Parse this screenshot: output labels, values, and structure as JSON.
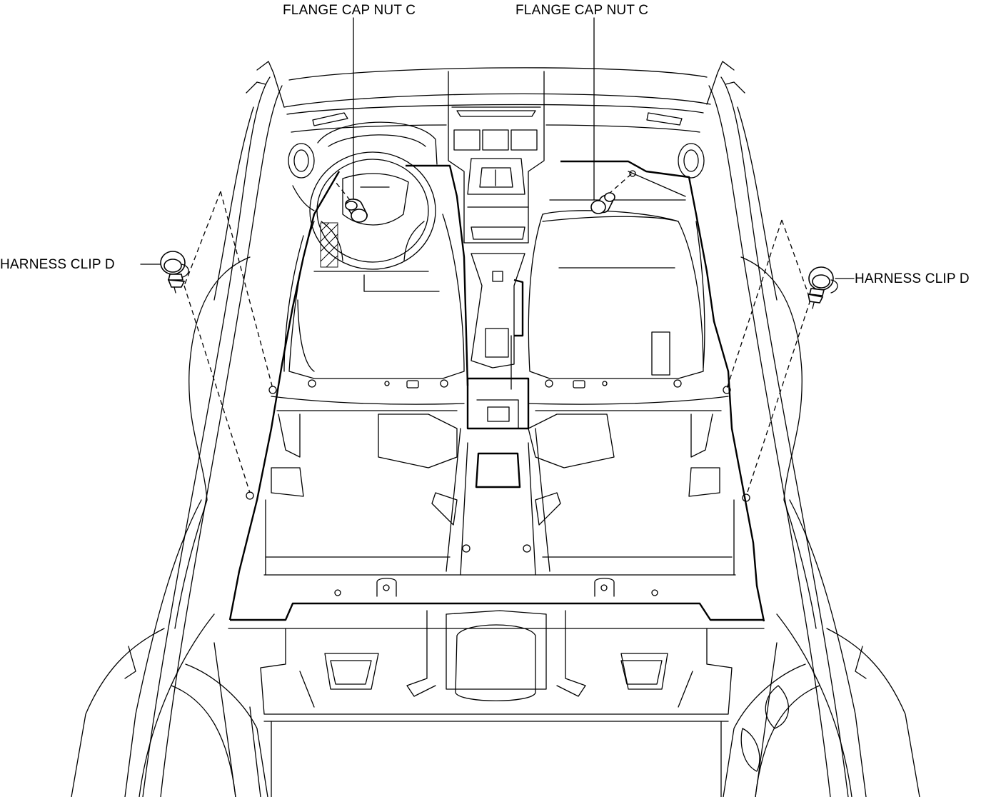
{
  "labels": {
    "flange_cap_nut_left": "FLANGE CAP NUT C",
    "flange_cap_nut_right": "FLANGE CAP NUT C",
    "harness_clip_left": "HARNESS CLIP D",
    "harness_clip_right": "HARNESS CLIP D"
  }
}
